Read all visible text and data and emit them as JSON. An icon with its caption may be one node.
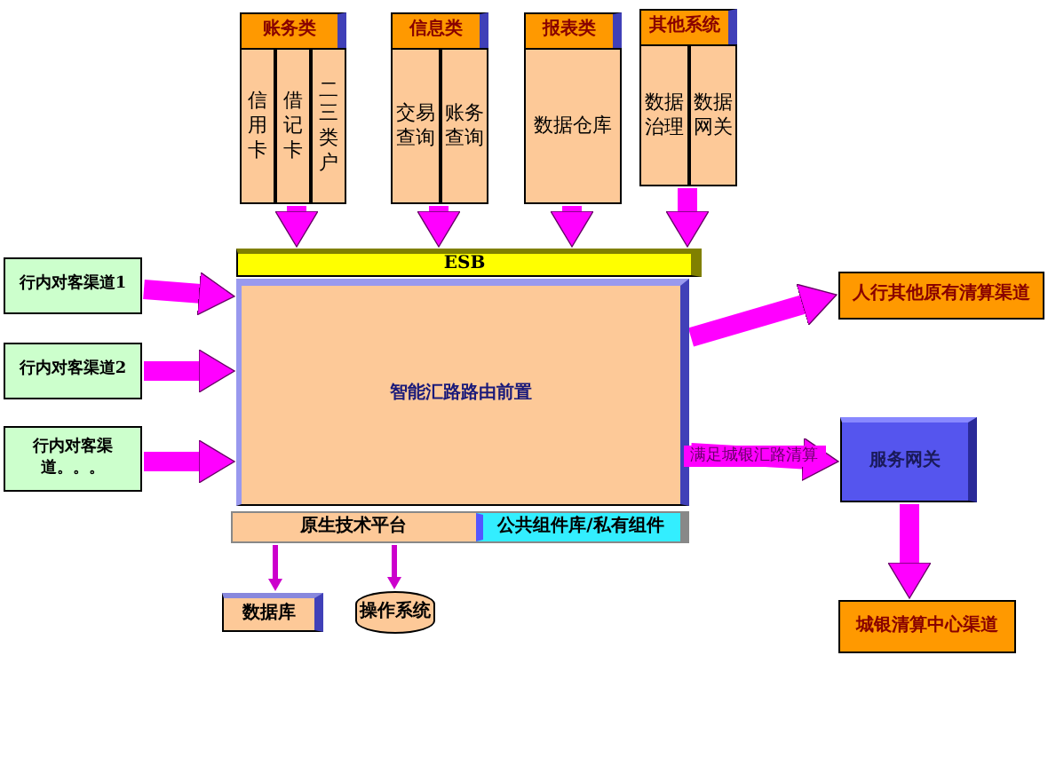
{
  "diagram": {
    "nodes": [
      {
        "text": [
          "账务类"
        ]
      },
      {
        "text": [
          "信用卡"
        ],
        "in": 0
      },
      {
        "text": [
          "借记卡"
        ],
        "in": 0
      },
      {
        "text": [
          "二三类户"
        ],
        "in": 0
      },
      {
        "text": [
          "信息类"
        ]
      },
      {
        "text": [
          "交易查询"
        ],
        "in": 4
      },
      {
        "text": [
          "账务查询"
        ],
        "in": 4
      },
      {
        "text": [
          "报表类"
        ]
      },
      {
        "text": [
          "数据仓库"
        ],
        "in": 7
      },
      {
        "text": [
          "其他系统"
        ]
      },
      {
        "text": [
          "数据治理"
        ],
        "in": 9
      },
      {
        "text": [
          "数据网关"
        ],
        "in": 9
      },
      {
        "text": [
          "ESB"
        ]
      },
      {
        "text": [
          "智能汇路路由前置"
        ]
      },
      {
        "text": [
          "原生技术平台"
        ]
      },
      {
        "text": [
          "公共组件库/私有组件"
        ],
        "in": 14
      },
      {
        "text": [
          "行内对客渠道1"
        ]
      },
      {
        "text": [
          "行内对客渠道2"
        ]
      },
      {
        "text": [
          "行内对客渠道。。。"
        ]
      },
      {
        "text": [
          "人行其他原有清算渠道"
        ]
      },
      {
        "text": [
          "服务网关"
        ]
      },
      {
        "text": [
          "城银清算中心渠道"
        ]
      },
      {
        "text": [
          "数据库"
        ]
      },
      {
        "text": [
          "操作系统"
        ]
      }
    ],
    "edges": [
      {
        "from": 0,
        "to": 12,
        "arrow": "to"
      },
      {
        "from": 4,
        "to": 12,
        "arrow": "to"
      },
      {
        "from": 7,
        "to": 12,
        "arrow": "to"
      },
      {
        "from": 9,
        "to": 12,
        "arrow": "to"
      },
      {
        "from": 16,
        "to": 13,
        "arrow": "to"
      },
      {
        "from": 17,
        "to": 13,
        "arrow": "to"
      },
      {
        "from": 18,
        "to": 13,
        "arrow": "to"
      },
      {
        "from": 13,
        "to": 19,
        "arrow": "to"
      },
      {
        "from": 13,
        "to": 20,
        "arrow": "to",
        "label": "满足城银汇路清算"
      },
      {
        "from": 20,
        "to": 21,
        "arrow": "to"
      },
      {
        "from": 14,
        "to": 22,
        "arrow": "to",
        "color": "#cc00cc"
      },
      {
        "from": 14,
        "to": 23,
        "arrow": "to",
        "color": "#cc00cc"
      }
    ]
  }
}
